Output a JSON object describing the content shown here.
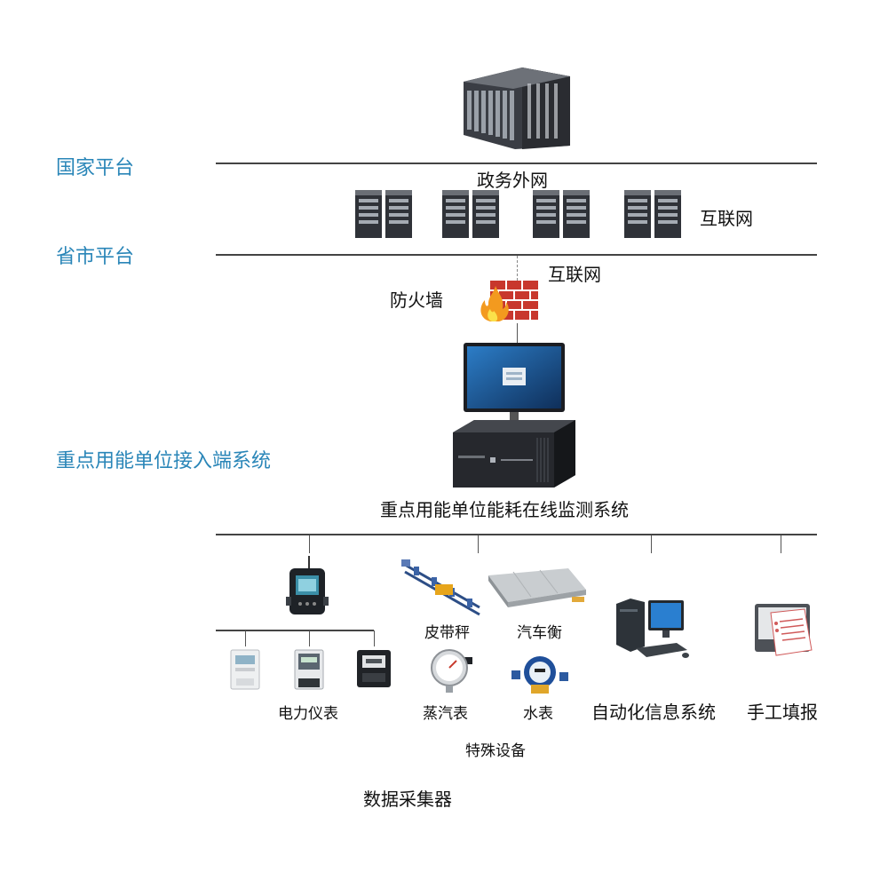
{
  "levels": {
    "national": "国家平台",
    "provincial": "省市平台",
    "enterprise": "重点用能单位接入端系统"
  },
  "network": {
    "gov_extranet": "政务外网",
    "internet_right": "互联网",
    "internet_below": "互联网",
    "firewall": "防火墙"
  },
  "system": {
    "title": "重点用能单位能耗在线监测系统"
  },
  "devices": {
    "electric_meter": "电力仪表",
    "belt_scale": "皮带秤",
    "truck_scale": "汽车衡",
    "steam_meter": "蒸汽表",
    "water_meter": "水表",
    "special_equipment": "特殊设备",
    "auto_info_system": "自动化信息系统",
    "manual_entry": "手工填报",
    "data_collector": "数据采集器"
  },
  "colors": {
    "level_label": "#2a86b8",
    "line": "#444444"
  },
  "icons": [
    "server-rack-icon",
    "tower-server-icon",
    "firewall-icon",
    "monitor-icon",
    "host-box-icon",
    "collector-icon",
    "electric-meter-icon",
    "belt-scale-icon",
    "truck-scale-icon",
    "pressure-gauge-icon",
    "water-meter-icon",
    "desktop-computer-icon",
    "manual-form-icon"
  ]
}
